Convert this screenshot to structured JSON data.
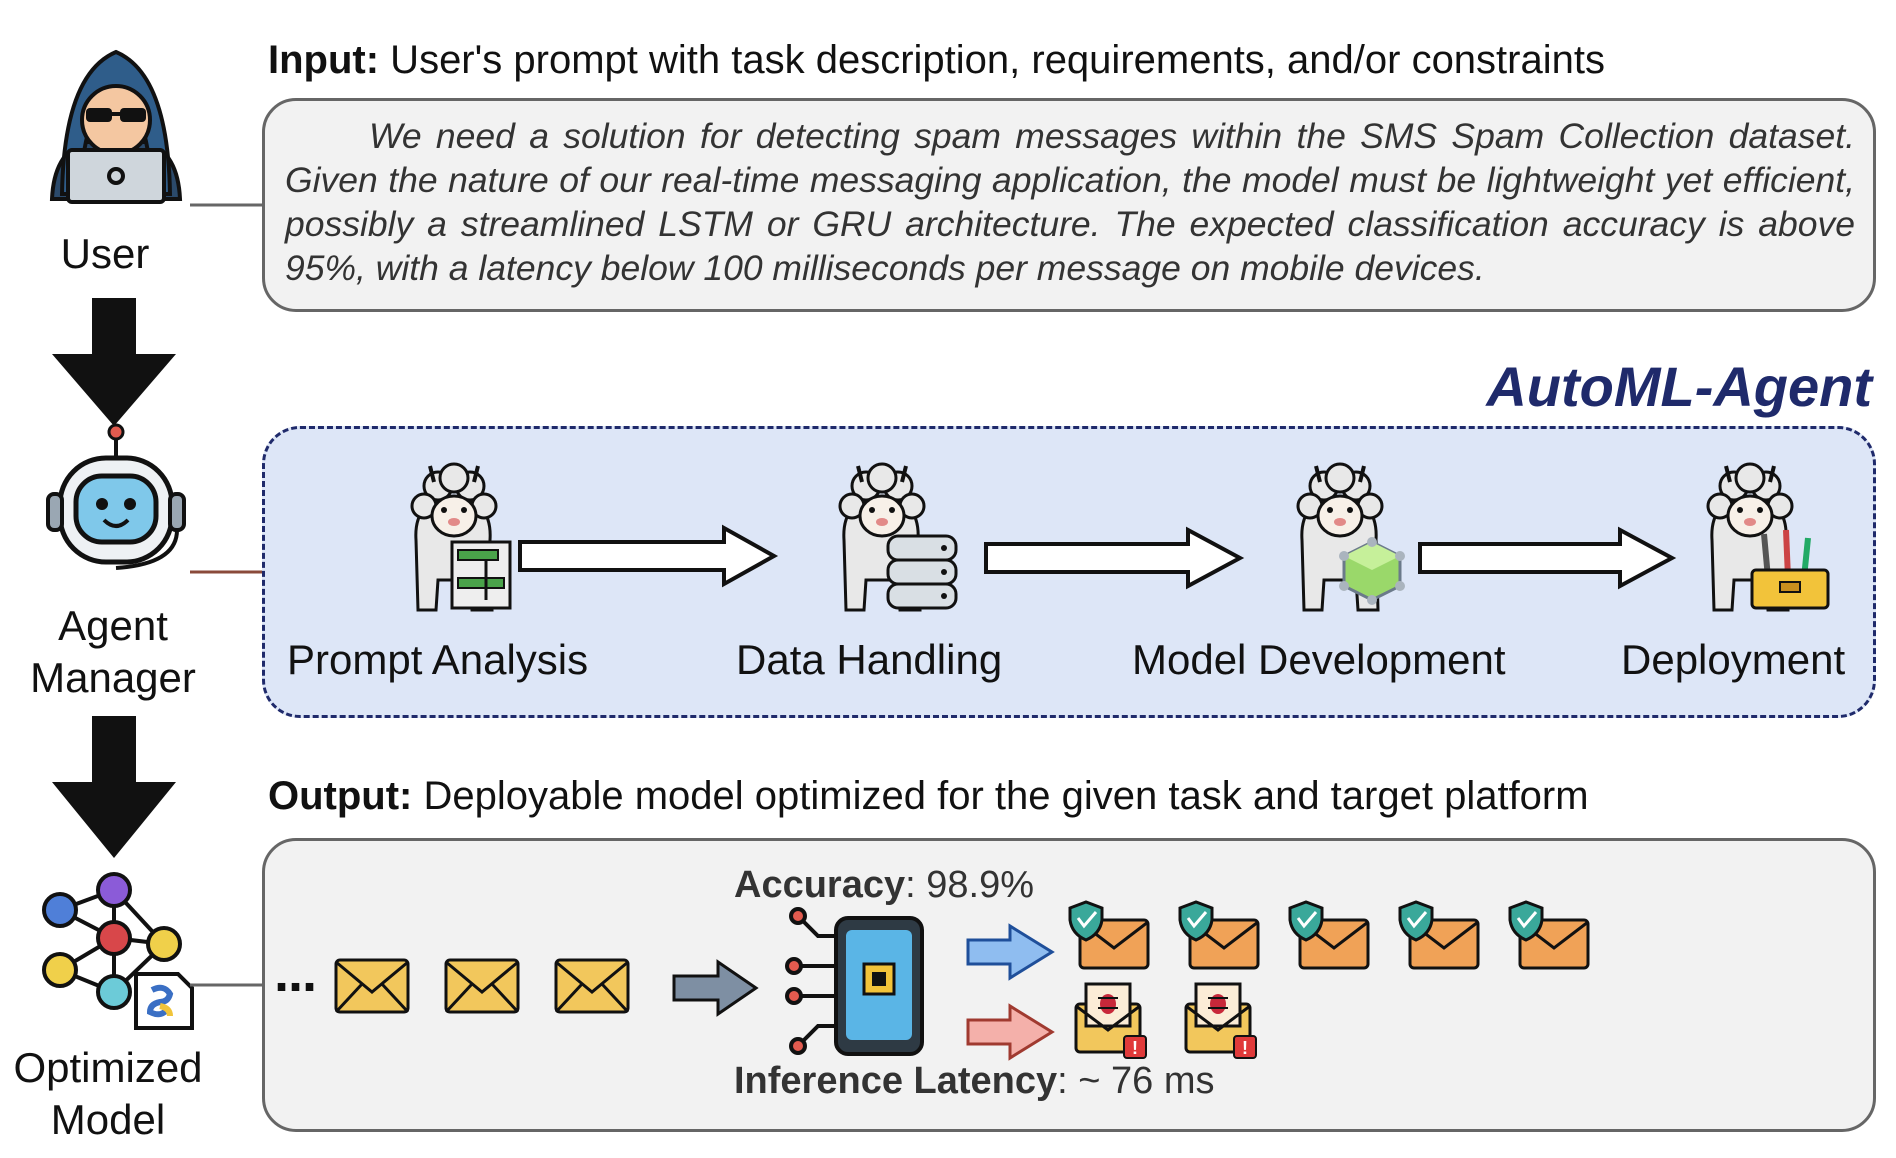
{
  "left_column": {
    "user_label": "User",
    "agent_manager_label_line1": "Agent",
    "agent_manager_label_line2": "Manager",
    "optimized_model_label_line1": "Optimized",
    "optimized_model_label_line2": "Model"
  },
  "input": {
    "heading_bold": "Input:",
    "heading_text": " User's prompt with task description, requirements, and/or constraints",
    "prompt": "We need a solution for detecting spam messages within the SMS Spam Collection dataset. Given the nature of our real-time messaging application, the model must be lightweight yet efficient, possibly a streamlined LSTM or GRU architecture. The expected classification accuracy is above 95%, with a latency below 100 milliseconds per message on mobile devices."
  },
  "agent": {
    "title": "AutoML-Agent",
    "stages": [
      "Prompt Analysis",
      "Data Handling",
      "Model Development",
      "Deployment"
    ]
  },
  "output": {
    "heading_bold": "Output:",
    "heading_text": " Deployable model optimized for the given task and target platform",
    "ellipsis": "···",
    "accuracy_label": "Accuracy",
    "accuracy_value": ": 98.9%",
    "latency_label": "Inference Latency",
    "latency_value": ": ~ 76 ms"
  },
  "colors": {
    "agent_title": "#1f2a6b",
    "agent_box_fill": "#dde6f7",
    "box_fill": "#f2f2f2",
    "envelope": "#f2c75c",
    "ham_arrow": "#6aa0e0",
    "spam_arrow": "#f2aaa5"
  }
}
